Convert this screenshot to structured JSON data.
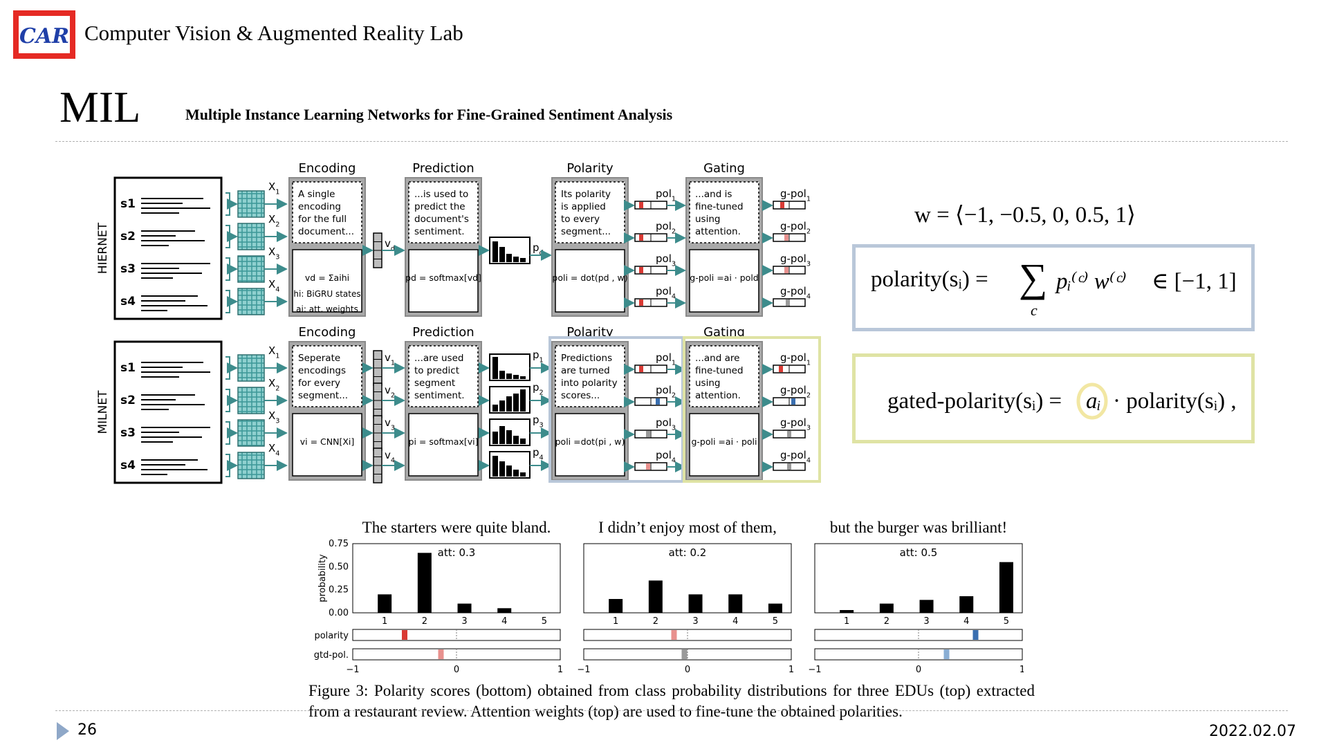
{
  "header": {
    "logo_text": "CAR",
    "lab_name": "Computer Vision & Augmented Reality Lab",
    "slide_title": "MIL",
    "subtitle": "Multiple Instance Learning Networks for Fine-Grained Sentiment Analysis"
  },
  "colors": {
    "logo_red": "#e52a24",
    "logo_blue": "#1f3fa8",
    "teal": "#3d8c8c",
    "grid_teal": "#2f8f8f",
    "polarity_border": "#b9c7d9",
    "gating_border": "#dfe3a4",
    "red_bar": "#d93a34",
    "pink_bar": "#e8918e",
    "blue_bar": "#3a6fb0",
    "lightblue_bar": "#8aaed4",
    "gray_bar": "#9a9a9a"
  },
  "diagram": {
    "hiernet": {
      "label": "HIERNET",
      "sentences": [
        "s1",
        "s2",
        "s3",
        "s4"
      ],
      "x_labels": [
        "X1",
        "X2",
        "X3",
        "X4"
      ],
      "encoding": {
        "title": "Encoding",
        "top_text": [
          "A single",
          "encoding",
          "for the full",
          "document..."
        ],
        "formula": "vd = Σaihi",
        "note1": "hi: BiGRU states",
        "note2": "ai: att. weights"
      },
      "vector_label": "vd",
      "prediction": {
        "title": "Prediction",
        "top_text": [
          "...is used to",
          "predict the",
          "document's",
          "sentiment."
        ],
        "formula": "pd = softmax[vd]"
      },
      "p_label": "pd",
      "polarity": {
        "title": "Polarity",
        "top_text": [
          "Its polarity",
          "is applied",
          "to every",
          "segment..."
        ],
        "formula": "poli = dot(pd , w)",
        "pol_labels": [
          "pol1",
          "pol2",
          "pol3",
          "pol4"
        ]
      },
      "gating": {
        "title": "Gating",
        "top_text": [
          "...and is",
          "fine-tuned",
          "using",
          "attention."
        ],
        "formula": "g-poli =ai · pold",
        "gpol_labels": [
          "g-pol1",
          "g-pol2",
          "g-pol3",
          "g-pol4"
        ]
      }
    },
    "milnet": {
      "label": "MILNET",
      "sentences": [
        "s1",
        "s2",
        "s3",
        "s4"
      ],
      "x_labels": [
        "X1",
        "X2",
        "X3",
        "X4"
      ],
      "encoding": {
        "title": "Encoding",
        "top_text": [
          "Seperate",
          "encodings",
          "for every",
          "segment..."
        ],
        "formula": "vi = CNN[Xi]"
      },
      "v_labels": [
        "v1",
        "v2",
        "v3",
        "v4"
      ],
      "prediction": {
        "title": "Prediction",
        "top_text": [
          "...are used",
          "to predict",
          "segment",
          "sentiment."
        ],
        "formula": "pi = softmax[vi]"
      },
      "p_labels": [
        "p1",
        "p2",
        "p3",
        "p4"
      ],
      "polarity": {
        "title": "Polarity",
        "top_text": [
          "Predictions",
          "are turned",
          "into polarity",
          "scores..."
        ],
        "formula": "poli =dot(pi , w)",
        "pol_labels": [
          "pol1",
          "pol2",
          "pol3",
          "pol4"
        ]
      },
      "gating": {
        "title": "Gating",
        "top_text": [
          "...and are",
          "fine-tuned",
          "using",
          "attention."
        ],
        "formula": "g-poli =ai · poli",
        "gpol_labels": [
          "g-pol1",
          "g-pol2",
          "g-pol3",
          "g-pol4"
        ]
      }
    }
  },
  "equations": {
    "w": "w  =  ⟨−1, −0.5, 0, 0.5, 1⟩",
    "polarity_lhs": "polarity(sᵢ) =",
    "polarity_sum": "∑",
    "polarity_sum_index": "c",
    "polarity_rhs": "pᵢ⁽ᶜ⁾ w⁽ᶜ⁾",
    "polarity_range": "∈ [−1, 1]",
    "gated_lhs": "gated-polarity(sᵢ) =",
    "gated_ai": "aᵢ",
    "gated_rhs": "· polarity(sᵢ) ,"
  },
  "chart_data": [
    {
      "type": "bar",
      "title": "The starters were quite bland.",
      "annotation": "att: 0.3",
      "ylabel": "probability",
      "categories": [
        "1",
        "2",
        "3",
        "4",
        "5"
      ],
      "values": [
        0.2,
        0.65,
        0.1,
        0.05,
        0.0
      ],
      "ylim": [
        0,
        0.75
      ],
      "yticks": [
        "0.75",
        "0.50",
        "0.25",
        "0.00"
      ],
      "polarity": -0.5,
      "gated_polarity": -0.15
    },
    {
      "type": "bar",
      "title": "I didn’t enjoy most of them,",
      "annotation": "att: 0.2",
      "categories": [
        "1",
        "2",
        "3",
        "4",
        "5"
      ],
      "values": [
        0.15,
        0.35,
        0.2,
        0.2,
        0.1
      ],
      "ylim": [
        0,
        0.75
      ],
      "polarity": -0.13,
      "gated_polarity": -0.03
    },
    {
      "type": "bar",
      "title": "but the burger was brilliant!",
      "annotation": "att: 0.5",
      "categories": [
        "1",
        "2",
        "3",
        "4",
        "5"
      ],
      "values": [
        0.03,
        0.1,
        0.14,
        0.18,
        0.55
      ],
      "ylim": [
        0,
        0.75
      ],
      "polarity": 0.55,
      "gated_polarity": 0.27
    }
  ],
  "bar_labels": {
    "polarity": "polarity",
    "gtd_pol": "gtd-pol.",
    "xticks": [
      "−1",
      "0",
      "1"
    ]
  },
  "caption": "Figure 3: Polarity scores (bottom) obtained from class probability distributions for three EDUs (top) extracted from a restaurant review. Attention weights (top) are used to fine-tune the obtained polarities.",
  "footer": {
    "page_number": "26",
    "date": "2022.02.07"
  }
}
